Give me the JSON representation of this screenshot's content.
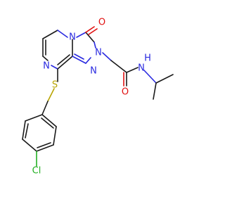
{
  "molecule": {
    "atom_labels": {
      "o_carbonyl_ring": "O",
      "n_ring_top": "N",
      "n_ring_mid": "N",
      "n_ring_bottom": "N",
      "n_pyrazine": "N",
      "o_amide": "O",
      "nh_amide": "N",
      "h_amide": "H",
      "s_thioether": "S",
      "cl": "Cl"
    }
  }
}
